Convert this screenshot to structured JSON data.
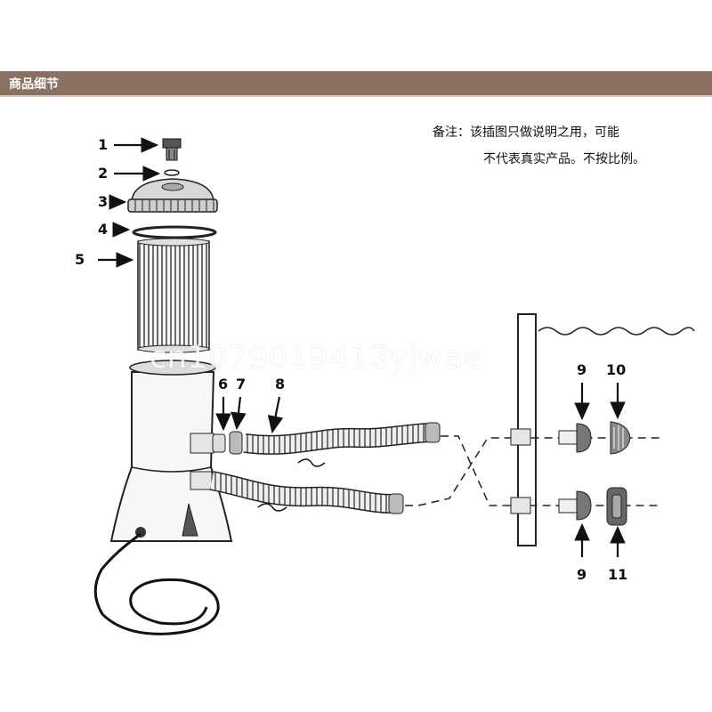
{
  "header": {
    "title": "商品细节",
    "bar_color": "#8a7060"
  },
  "note": {
    "line1": "备注：该插图只做说明之用，可能",
    "line2": "不代表真实产品。不按比例。"
  },
  "callouts": [
    "1",
    "2",
    "3",
    "4",
    "5",
    "6",
    "7",
    "8",
    "9",
    "10",
    "9",
    "11"
  ],
  "watermark": "cn1079019413yjwae"
}
